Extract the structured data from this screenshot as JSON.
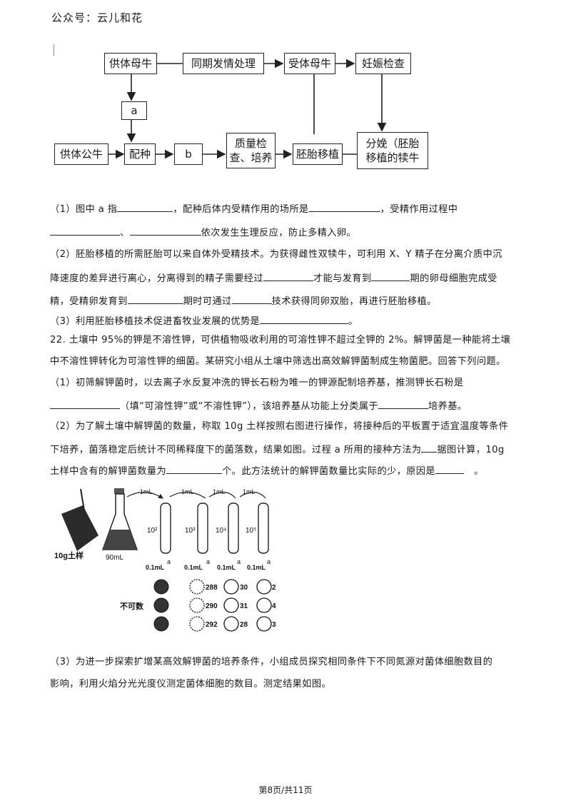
{
  "header": {
    "source": "公众号：云儿和花"
  },
  "flow": {
    "donor_cow": "供体母牛",
    "sync_estrus": "同期发情处理",
    "recipient_cow": "受体母牛",
    "pregnancy_check": "妊娠检查",
    "a": "a",
    "donor_bull": "供体公牛",
    "mating": "配种",
    "b": "b",
    "quality_check": "质量检\n查、培养",
    "embryo_transfer": "胚胎移植",
    "calving": "分娩（胚胎\n移植的犊牛"
  },
  "q1": {
    "p1": "（1）图中 a 指",
    "p2": "，配种后体内受精作用的场所是",
    "p3": "，受精作用过程中",
    "p4": "、",
    "p5": "依次发生生理反应，防止多精入卵。"
  },
  "q2": {
    "line1": "（2）胚胎移植的所需胚胎可以来自体外受精技术。为获得雌性双犊牛，可利用 X、Y 精子在分离介质中沉",
    "line2a": "降速度的差异进行离心，分离得到的精子需要经过",
    "line2b": "才能与发育到",
    "line2c": "期的卵母细胞完成受",
    "line3a": "精，受精卵发育到",
    "line3b": "期时可通过",
    "line3c": "技术获得同卵双胎，再进行胚胎移植。"
  },
  "q3": {
    "text": "（3）利用胚胎移植技术促进畜牧业发展的优势是",
    "end": "。"
  },
  "q22": {
    "line1": "22. 土壤中 95%的钾是不溶性钾，可供植物吸收利用的可溶性钾不超过全钾的 2%。解钾菌是一种能将土壤",
    "line2": "中不溶性钾转化为可溶性钾的细菌。某研究小组从土壤中筛选出高效解钾菌制成生物菌肥。回答下列问题。",
    "s1_line1": "（1）初筛解钾菌时，以去离子水反复冲洗的钾长石粉为唯一的钾源配制培养基，推测钾长石粉是",
    "s1_line2a": "（填“可溶性钾”或“不溶性钾”），该培养基从功能上分类属于",
    "s1_line2b": "培养基。",
    "s2_line1": "（2）为了解土壤中解钾菌的数量，称取 10g 土样按照右图进行操作，将接种后的平板置于适宜温度等条件",
    "s2_line2a": "下培养，菌落稳定后统计不同稀释度下的菌落数，结果如图。过程 a 所用的接种方法为",
    "s2_line2b": "据图计算，10g",
    "s2_line3a": "土样中含有的解钾菌数量为",
    "s2_line3b": "个。此方法统计的解钾菌数量比实际的少，原因是",
    "s2_line3c": "。",
    "s3_line1": "（3）为进一步探索扩增某高效解钾菌的培养条件，小组成员探究相同条件下不同氮源对菌体细胞数目的",
    "s3_line2": "影响，利用火焰分光光度仪测定菌体细胞的数目。测定结果如图。"
  },
  "lab": {
    "transfer": "1mL",
    "soil": "10g土样",
    "flask": "90mL",
    "dilutions": [
      "10²",
      "10³",
      "10⁴",
      "10⁵"
    ],
    "inoculum": "0.1mL",
    "step": "a",
    "uncountable": "不可数",
    "counts_col1": [
      "288",
      "290",
      "292"
    ],
    "counts_col2": [
      "30",
      "31",
      "28"
    ],
    "counts_col3": [
      "2",
      "4",
      "3"
    ]
  },
  "footer": {
    "page": "第8页/共11页"
  }
}
